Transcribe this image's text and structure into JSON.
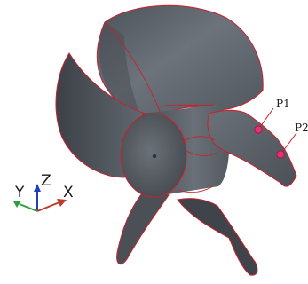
{
  "model": {
    "points": [
      {
        "id": "p1",
        "label": "P1"
      },
      {
        "id": "p2",
        "label": "P2"
      }
    ],
    "colors": {
      "surface": "#5e646c",
      "surface_dark": "#3f444a",
      "edge": "#cc1f2a",
      "point": "#e8326f"
    }
  },
  "triad": {
    "x_label": "X",
    "y_label": "Y",
    "z_label": "Z",
    "colors": {
      "x": "#c0392b",
      "y": "#2e9e3a",
      "z": "#1f3fbf"
    }
  }
}
